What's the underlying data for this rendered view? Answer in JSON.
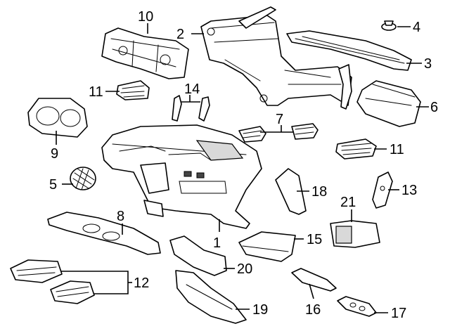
{
  "diagram": {
    "callouts": [
      {
        "id": "c1",
        "label": "1"
      },
      {
        "id": "c2",
        "label": "2"
      },
      {
        "id": "c3",
        "label": "3"
      },
      {
        "id": "c4",
        "label": "4"
      },
      {
        "id": "c5",
        "label": "5"
      },
      {
        "id": "c6",
        "label": "6"
      },
      {
        "id": "c7",
        "label": "7"
      },
      {
        "id": "c8",
        "label": "8"
      },
      {
        "id": "c9",
        "label": "9"
      },
      {
        "id": "c10",
        "label": "10"
      },
      {
        "id": "c11a",
        "label": "11"
      },
      {
        "id": "c11b",
        "label": "11"
      },
      {
        "id": "c12",
        "label": "12"
      },
      {
        "id": "c13",
        "label": "13"
      },
      {
        "id": "c14",
        "label": "14"
      },
      {
        "id": "c15",
        "label": "15"
      },
      {
        "id": "c16",
        "label": "16"
      },
      {
        "id": "c17",
        "label": "17"
      },
      {
        "id": "c18",
        "label": "18"
      },
      {
        "id": "c19",
        "label": "19"
      },
      {
        "id": "c20",
        "label": "20"
      },
      {
        "id": "c21",
        "label": "21"
      }
    ]
  }
}
